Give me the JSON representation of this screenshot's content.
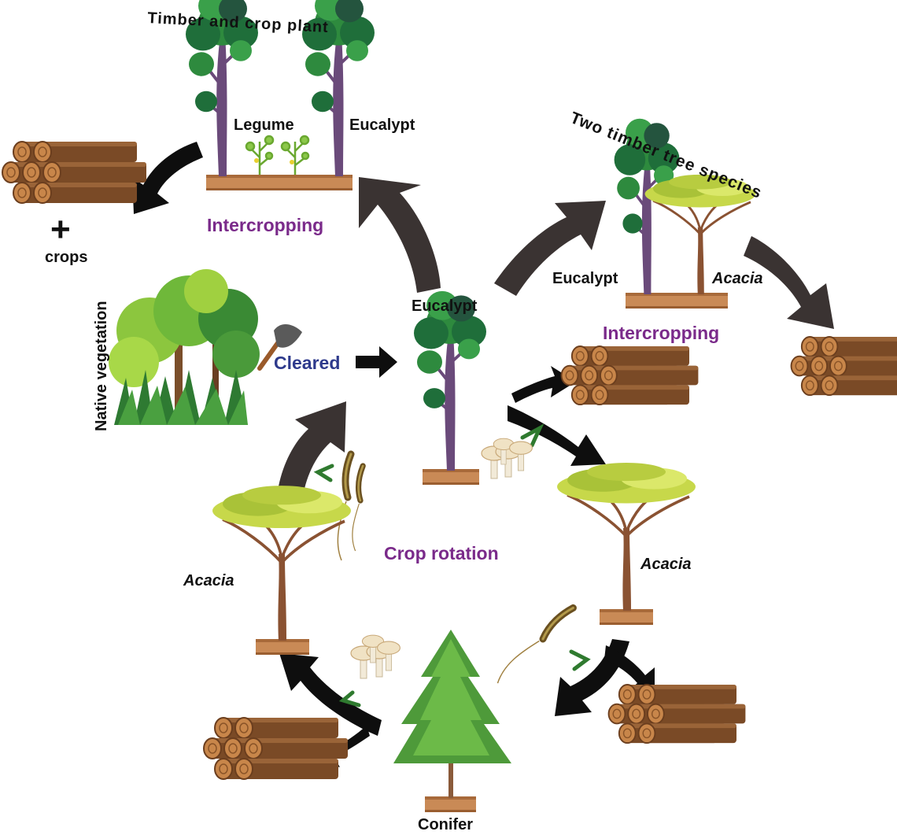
{
  "titles": {
    "top": "Timber and crop plant",
    "right": "Two timber tree species"
  },
  "labels": {
    "legume": "Legume",
    "eucalypt_top": "Eucalypt",
    "intercropping_top": "Intercropping",
    "plus": "+",
    "crops": "crops",
    "native_vegetation": "Native vegetation",
    "cleared": "Cleared",
    "eucalypt_center": "Eucalypt",
    "eucalypt_right": "Eucalypt",
    "acacia_right_pair": "Acacia",
    "intercropping_right": "Intercropping",
    "crop_rotation": "Crop rotation",
    "acacia_left": "Acacia",
    "acacia_right": "Acacia",
    "conifer": "Conifer"
  },
  "colors": {
    "purple_label": "#7a2a8a",
    "blue_label": "#2e3a8c",
    "dark_arrow": "#3a3332",
    "black_arrow": "#0e0e0e",
    "green_arrow": "#2f7a2f"
  }
}
